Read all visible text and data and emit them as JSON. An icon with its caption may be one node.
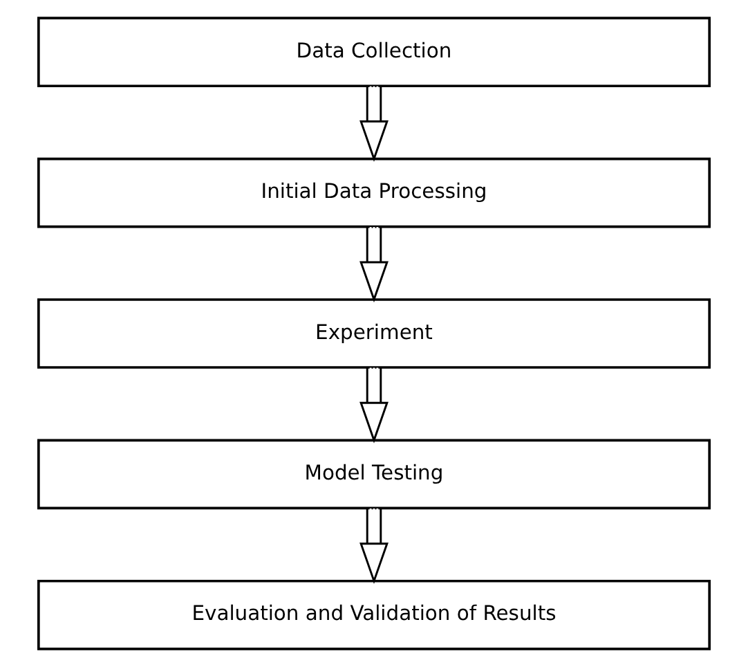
{
  "diagram": {
    "nodes": [
      {
        "text": [
          "Data Collection"
        ]
      },
      {
        "text": [
          "Initial Data Processing"
        ]
      },
      {
        "text": [
          "Experiment"
        ]
      },
      {
        "text": [
          "Model Testing"
        ]
      },
      {
        "text": [
          "Evaluation and Validation of Results"
        ]
      }
    ],
    "edges": [
      {
        "from": 0,
        "to": 1,
        "arrow": "to"
      },
      {
        "from": 1,
        "to": 2,
        "arrow": "to"
      },
      {
        "from": 2,
        "to": 3,
        "arrow": "to"
      },
      {
        "from": 3,
        "to": 4,
        "arrow": "to"
      }
    ]
  }
}
